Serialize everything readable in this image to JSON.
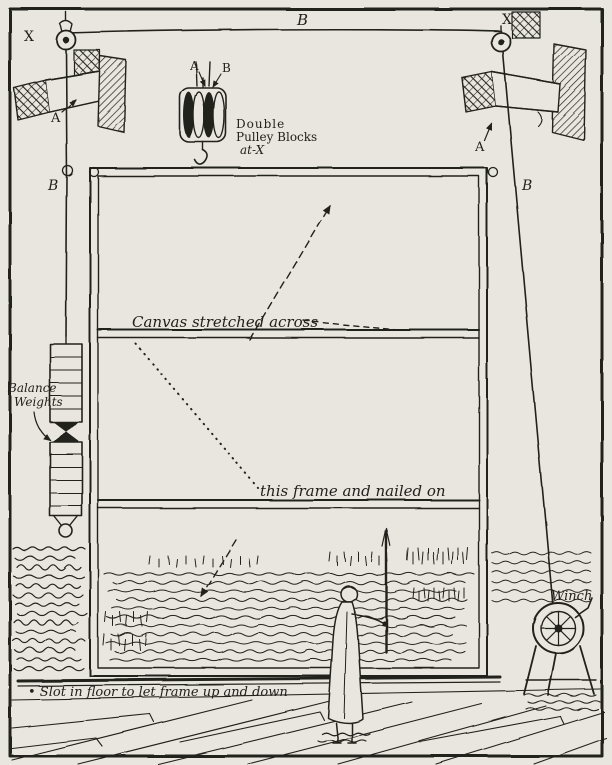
{
  "figure": {
    "paper_color": "#e9e6df",
    "ink_color": "#23201d"
  },
  "labels": {
    "rope_top": "B",
    "pulley_left": "X",
    "pulley_right": "X",
    "beam_left": "A",
    "beam_right": "A",
    "block_rope_a": "A",
    "block_rope_b": "B",
    "blocks_caption_1": "Double",
    "blocks_caption_2": "Pulley Blocks",
    "blocks_caption_3": "at-X",
    "rope_left": "B",
    "rope_right": "B",
    "balance_1": "Balance",
    "balance_2": "Weights",
    "canvas_note": "Canvas stretched across",
    "frame_note": "this frame and nailed on",
    "slot_note": "• Slot in floor to let frame up and down",
    "winch": "Winch"
  }
}
